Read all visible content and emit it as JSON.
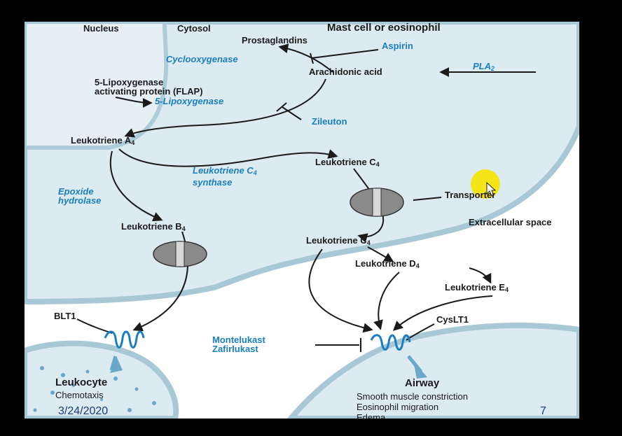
{
  "regions": {
    "nucleus": "Nucleus",
    "cytosol": "Cytosol",
    "cell_title": "Mast cell or eosinophil",
    "extracellular": "Extracellular space"
  },
  "molecules": {
    "prostaglandins": "Prostaglandins",
    "arachidonic_acid": "Arachidonic acid",
    "lta4": "Leukotriene A",
    "lta4_sub": "4",
    "lbc4_in": "Leukotriene C",
    "ltc4_in_sub": "4",
    "ltb4": "Leukotriene B",
    "ltb4_sub": "4",
    "ltc4_out": "Leukotriene C",
    "ltc4_out_sub": "4",
    "ltd4": "Leukotriene D",
    "ltd4_sub": "4",
    "lte4": "Leukotriene E",
    "lte4_sub": "4"
  },
  "enzymes": {
    "cox": "Cyclooxygenase",
    "pla2": "PLA",
    "pla2_sub": "2",
    "flap_line1": "5-Lipoxygenase",
    "flap_line2": "activating protein (FLAP)",
    "lox5": "5-Lipoxygenase",
    "ltc4_synthase_line1": "Leukotriene C",
    "ltc4_synthase_sub": "4",
    "ltc4_synthase_line2": "synthase",
    "epoxide_line1": "Epoxide",
    "epoxide_line2": "hydrolase"
  },
  "drugs": {
    "aspirin": "Aspirin",
    "zileuton": "Zileuton",
    "montelukast": "Montelukast",
    "zafirlukast": "Zafirlukast"
  },
  "receptors": {
    "transporter": "Transporter",
    "blt1": "BLT1",
    "cyslt1": "CysLT1"
  },
  "targets": {
    "leukocyte": "Leukocyte",
    "chemotaxis": "Chemotaxis",
    "airway": "Airway",
    "effect1": "Smooth muscle constriction",
    "effect2": "Eosinophil migration",
    "effect3": "Edema"
  },
  "footer": {
    "date": "3/24/2020",
    "page": "7"
  },
  "colors": {
    "membrane": "#a9c8d6",
    "cell_fill": "#dceaf1",
    "label_blue": "#1a7fc0",
    "footer_text": "#1a3a7a"
  }
}
